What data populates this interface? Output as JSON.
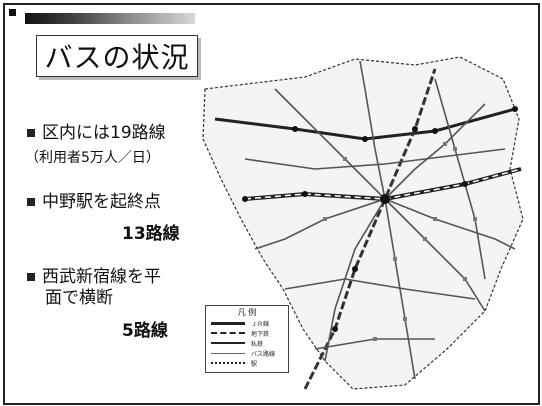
{
  "slide": {
    "title": "バスの状況",
    "bullets": [
      {
        "text": "区内には19路線",
        "sub": "（利用者5万人／日）"
      },
      {
        "text": "中野駅を起終点",
        "count": "13路線"
      },
      {
        "line1": "西武新宿線を平",
        "line2": "面で横断",
        "count": "5路線"
      }
    ]
  },
  "legend": {
    "title": "凡 例",
    "labels": [
      "ＪＲ線",
      "地下鉄",
      "私鉄",
      "バス路線",
      "駅"
    ]
  },
  "colors": {
    "ink": "#111111",
    "map_line": "#333333",
    "map_fill": "#e6e6e6"
  }
}
